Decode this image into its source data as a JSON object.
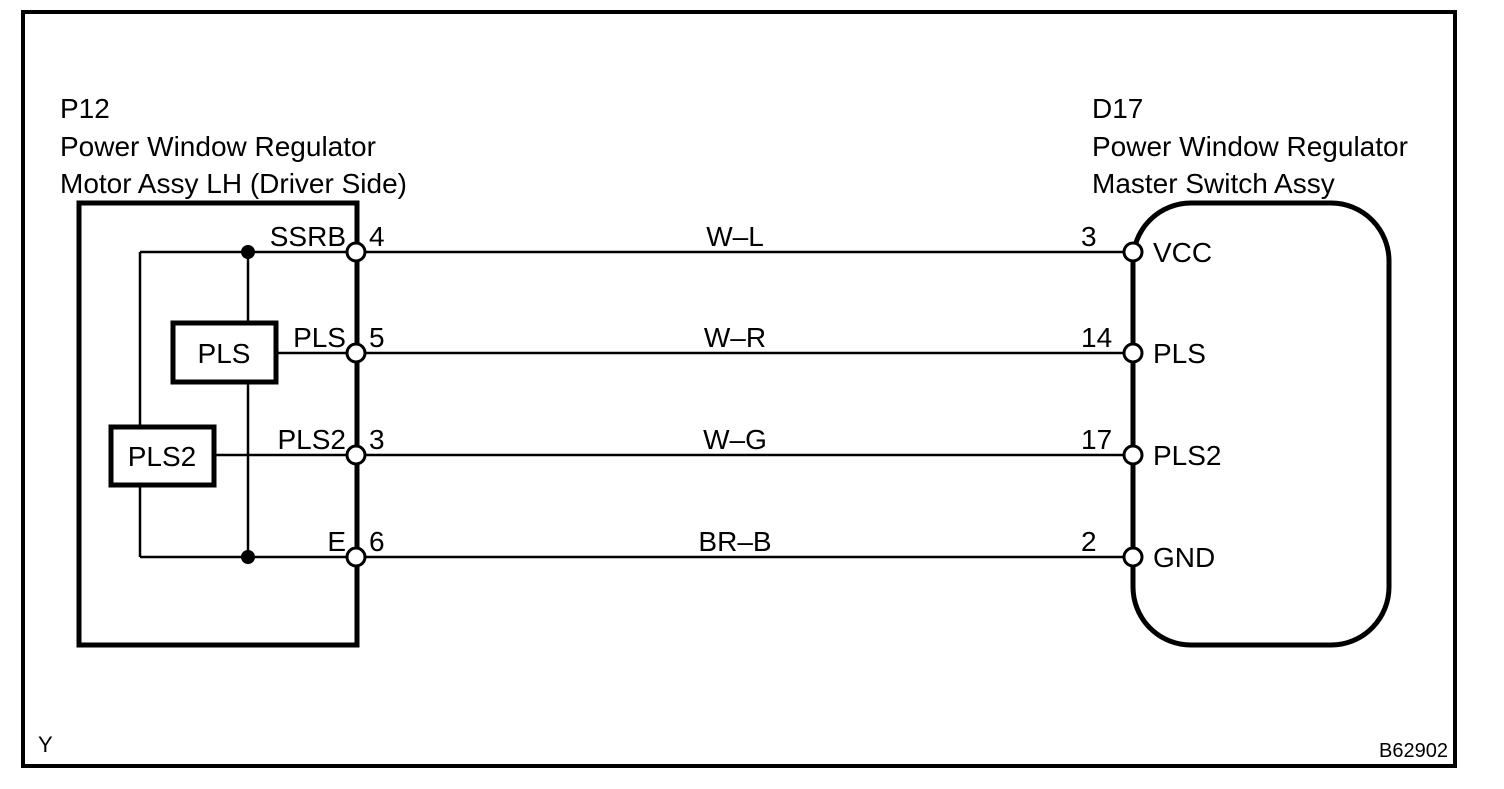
{
  "diagram": {
    "colors": {
      "line": "#000000",
      "background": "#ffffff"
    },
    "left_connector": {
      "code": "P12",
      "name_line1": "Power Window Regulator",
      "name_line2": "Motor Assy LH (Driver Side)",
      "components": {
        "pls": "PLS",
        "pls2": "PLS2"
      }
    },
    "right_connector": {
      "code": "D17",
      "name_line1": "Power Window Regulator",
      "name_line2": "Master Switch Assy"
    },
    "wires": [
      {
        "left_pin_label": "SSRB",
        "left_pin_number": "4",
        "wire_color": "W–L",
        "right_pin_number": "3",
        "right_pin_label": "VCC"
      },
      {
        "left_pin_label": "PLS",
        "left_pin_number": "5",
        "wire_color": "W–R",
        "right_pin_number": "14",
        "right_pin_label": "PLS"
      },
      {
        "left_pin_label": "PLS2",
        "left_pin_number": "3",
        "wire_color": "W–G",
        "right_pin_number": "17",
        "right_pin_label": "PLS2"
      },
      {
        "left_pin_label": "E",
        "left_pin_number": "6",
        "wire_color": "BR–B",
        "right_pin_number": "2",
        "right_pin_label": "GND"
      }
    ],
    "footer": {
      "left_code": "Y",
      "figure_id": "B62902"
    }
  }
}
